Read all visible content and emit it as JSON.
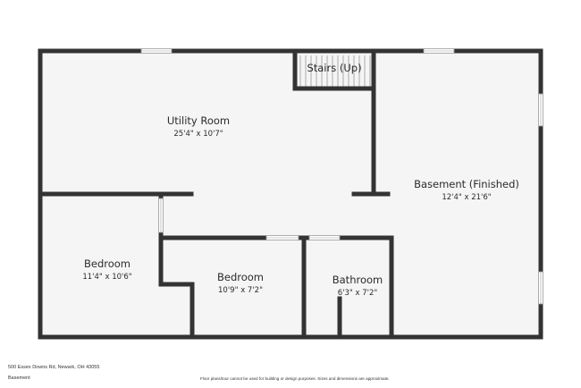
{
  "plan": {
    "rooms": [
      {
        "id": "utility-room",
        "name": "Utility Room",
        "dims": "25'4\" x 10'7\""
      },
      {
        "id": "stairs",
        "name": "Stairs (Up)",
        "dims": ""
      },
      {
        "id": "basement-finished",
        "name": "Basement (Finished)",
        "dims": "12'4\" x 21'6\""
      },
      {
        "id": "bedroom-1",
        "name": "Bedroom",
        "dims": "11'4\" x 10'6\""
      },
      {
        "id": "bedroom-2",
        "name": "Bedroom",
        "dims": "10'9\" x 7'2\""
      },
      {
        "id": "bathroom",
        "name": "Bathroom",
        "dims": "6'3\" x 7'2\""
      }
    ]
  },
  "footer": {
    "address": "500 Essex Downs Rd, Newark, OH 43055",
    "floor": "Basement",
    "disclaimer": "Floor plans/tour cannot be used for building or design purposes. Sizes and dimensions are approximate."
  },
  "colors": {
    "wall": "#333333",
    "floor": "#f5f5f5",
    "window": "#ffffff",
    "stair_line": "#555555"
  }
}
